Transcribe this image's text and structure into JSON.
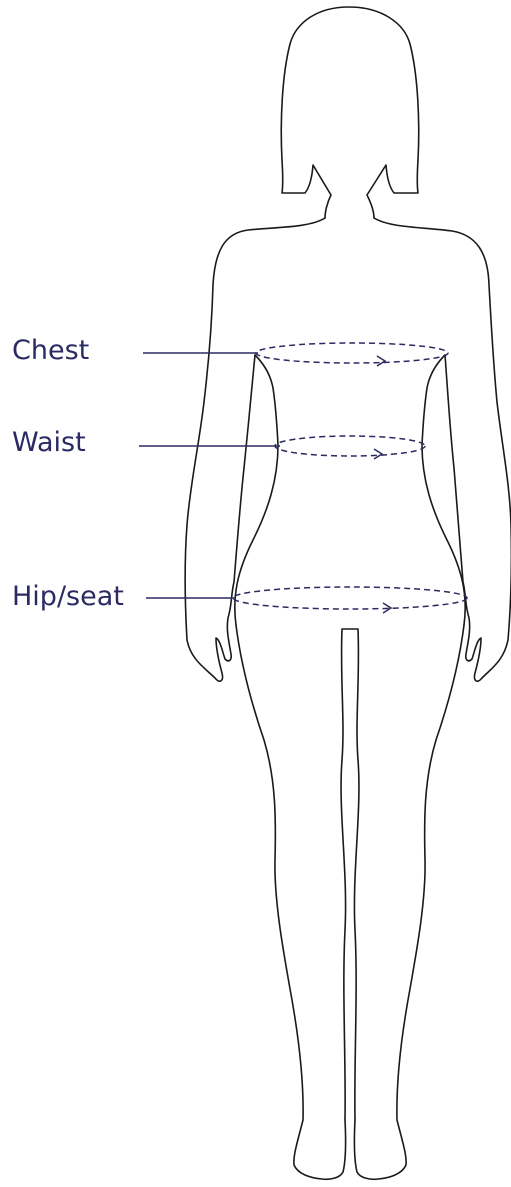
{
  "figure": {
    "colors": {
      "label": "#2b2a63",
      "measure_line": "#2b2a63",
      "outline": "#1a1a1a",
      "background": "#ffffff"
    },
    "measurements": [
      {
        "key": "chest",
        "label": "Chest"
      },
      {
        "key": "waist",
        "label": "Waist"
      },
      {
        "key": "hip",
        "label": "Hip/seat"
      }
    ]
  }
}
